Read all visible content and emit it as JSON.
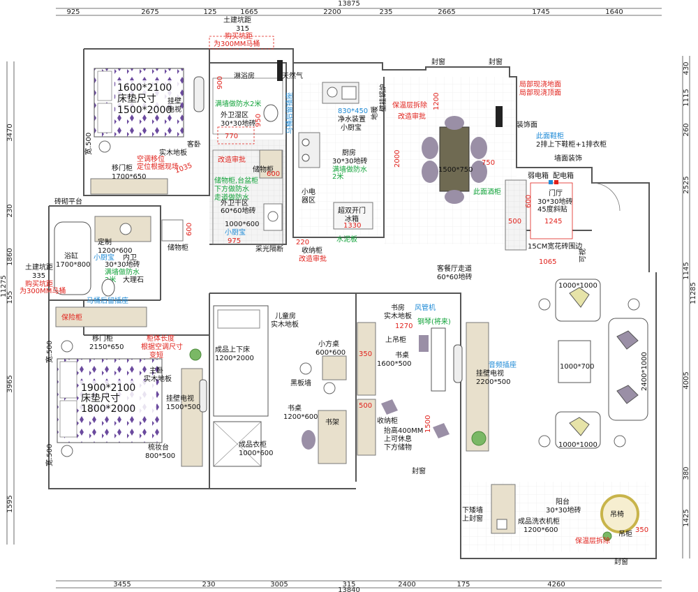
{
  "top_dimensions": {
    "total": "13875",
    "segments": [
      "925",
      "2675",
      "125",
      "1665",
      "2200",
      "235",
      "2665",
      "1745",
      "1640"
    ]
  },
  "bottom_dimensions": {
    "total": "13840",
    "segments": [
      "3455",
      "230",
      "3005",
      "315",
      "2400",
      "175",
      "4260"
    ]
  },
  "left_dimensions": {
    "total": "11275",
    "segments": [
      "3470",
      "230",
      "1860",
      "155",
      "3965",
      "1595"
    ]
  },
  "right_dimensions": {
    "total": "11285",
    "segments": [
      "430",
      "1115",
      "260",
      "2525",
      "1145",
      "4005",
      "380",
      "1425"
    ]
  },
  "labels": {
    "top_pit_title": "土建坑距",
    "top_pit_value": "315",
    "top_pit_buy": "购买坑距",
    "top_pit_toilet": "为300MM马桶",
    "shower": "淋浴房",
    "gas": "天然气",
    "wall_tv_guest": "挂壁电视",
    "bed_guest_1": "1600*2100",
    "bed_guest_2": "床垫尺寸",
    "bed_guest_3": "1500*2000",
    "guest_room": "客卧",
    "wood_floor": "实木地板",
    "width_500": "宽.500",
    "sliding_cabinet_guest": "移门柜",
    "sliding_cabinet_guest_size": "1700*650",
    "ac_move_1": "空调移位",
    "ac_move_2": "定位根据现场",
    "dim_1035": "1035",
    "waterproof_2m": "满墙做防水2米",
    "outer_wet": "外卫湿区",
    "tile_30": "30*30地砖",
    "dim_950": "950",
    "toilet_socket": "马桶后留插座",
    "dim_900": "900",
    "change_approve": "改造审批",
    "dim_770": "770",
    "storage_cabinet": "储物柜",
    "dim_600": "600",
    "storage_basin_1": "储物柜,台盆柜",
    "storage_basin_2": "下方做防水",
    "storage_basin_3": "走道做防水",
    "outer_dry": "外卫干区",
    "tile_60": "60*60地砖",
    "size_1000_600": "1000*600",
    "small_kitchen_treasure": "小厨宝",
    "dim_975": "975",
    "light_partition": "采光隔断",
    "dim_830_450": "830*450",
    "water_purifier": "净水装置",
    "kitchen_treasure": "小厨宝",
    "kitchen": "厨房",
    "tile_30b": "30*30地砖",
    "waterproof_full": "满墙做防水",
    "two_m": "2米",
    "wall_boiler": "壁挂锅炉",
    "floor_heat": "地暖",
    "small_appliance_1": "小电",
    "small_appliance_2": "器区",
    "fridge_1": "超双开门",
    "fridge_2": "冰箱",
    "dim_1330": "1330",
    "dim_220": "220",
    "cement_board": "水泥板",
    "storage_cabinet_k": "收纳柜",
    "change_approve_k": "改造审批",
    "remove_insulation": "保温层拆除",
    "change_approve_r": "改造审批",
    "dim_1200": "1200",
    "dim_2000": "2000",
    "seal_window_1": "封窗",
    "seal_window_2": "封窗",
    "partial_floor": "局部现浇地面",
    "partial_top": "局部现浇顶面",
    "decor_wall": "装饰面",
    "shoe_cabinet_1": "此面鞋柜",
    "shoe_cabinet_2": "2排上下鞋柜+1排衣柜",
    "wall_decor": "墙面装饰",
    "table": "1500*750",
    "dim_750": "750",
    "wine_cabinet": "此面酒柜",
    "weak_box": "弱电箱",
    "dist_box": "配电箱",
    "hall": "门厅",
    "tile_30c": "30*30地砖",
    "diagonal": "45度斜贴",
    "dim_600b": "600",
    "dim_500": "500",
    "dim_1245": "1245",
    "border_15cm": "15CM宽花砖围边",
    "visible": "可视",
    "dim_1065": "1065",
    "corridor": "客餐厅走道",
    "tile_60b": "60*60地砖",
    "sofa_top": "1000*1000",
    "coffee_table": "1000*700",
    "sofa_right": "2400*1000",
    "sofa_bottom": "1000*1000",
    "audio_socket": "音频插座",
    "wall_tv_living": "挂壁电视",
    "wall_tv_living_size": "2200*500",
    "brick_platform": "砖砌平台",
    "bathtub": "浴缸",
    "bathtub_size": "1700*800",
    "custom": "定制",
    "custom_size": "1200*600",
    "inner_bath_treasure": "小厨宝",
    "inner_bath": "内卫",
    "inner_tile": "30*30地砖",
    "inner_waterproof": "满墙做防水",
    "inner_2m": "2米",
    "marble": "大理石",
    "storage_side": "储物柜",
    "left_pit_title": "土建坑距",
    "left_pit_value": "335",
    "left_pit_buy": "购买坑距",
    "left_pit_toilet": "为300MM马桶",
    "toilet_socket_2": "马桶后留插座",
    "safe_cabinet": "保险柜",
    "sliding_master": "移门柜",
    "sliding_master_size": "2150*650",
    "cab_len_1": "柜体长度",
    "cab_len_2": "根据空调尺寸",
    "cab_len_3": "变短",
    "master_room": "主卧",
    "master_floor": "实木地板",
    "master_width": "宽.500",
    "master_width_b": "宽.500",
    "master_tv": "挂壁电视",
    "master_tv_size": "1500*500",
    "bed_master_1": "1900*2100",
    "bed_master_2": "床垫尺寸",
    "bed_master_3": "1800*2000",
    "dresser": "梳妆台",
    "dresser_size": "800*500",
    "kids_room": "儿童房",
    "kids_floor": "实木地板",
    "bunk_bed": "成品上下床",
    "bunk_size": "1200*2000",
    "small_table": "小方桌",
    "small_table_size": "600*600",
    "blackboard": "黑板墙",
    "desk_kids": "书桌",
    "desk_kids_size": "1200*600",
    "bookshelf": "书架",
    "wardrobe": "成品衣柜",
    "wardrobe_size": "1000*600",
    "study": "书房",
    "study_floor": "实木地板",
    "fan_coil": "风管机",
    "piano": "钢琴(将来)",
    "dim_1270": "1270",
    "upper_cabinet": "上吊柜",
    "dim_350": "350",
    "desk_study": "书桌",
    "desk_study_size": "1600*500",
    "dim_500b": "500",
    "storage_study": "收纳柜",
    "raise_1": "抬高400MM",
    "raise_2": "上可休息",
    "raise_3": "下方储物",
    "dim_1500": "1500",
    "seal_window_3": "封窗",
    "low_wall_1": "下矮墙",
    "low_wall_2": "上封窗",
    "balcony": "阳台",
    "balcony_tile": "30*30地砖",
    "hanging_chair": "吊椅",
    "laundry": "成品洗衣机柜",
    "laundry_size": "1200*600",
    "hanging_cab": "吊柜",
    "dim_350b": "350",
    "remove_insulation_b": "保温层拆除",
    "seal_window_4": "封窗"
  },
  "colors": {
    "red_note": "#e0201a",
    "green_note": "#12a33a",
    "blue_note": "#1e8ad6",
    "bedding_purple": "#6b4a9e",
    "wood_furniture": "#e8e0cc",
    "wall": "#555555"
  }
}
